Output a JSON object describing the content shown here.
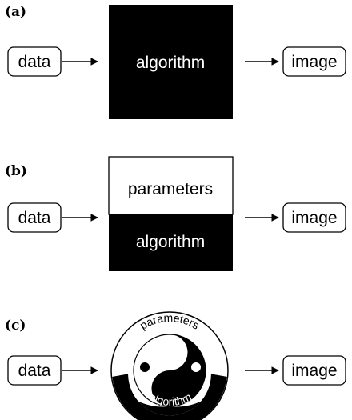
{
  "panels": {
    "a": {
      "label": "(a)",
      "input": "data",
      "process": "algorithm",
      "output": "image"
    },
    "b": {
      "label": "(b)",
      "input": "data",
      "top": "parameters",
      "bottom": "algorithm",
      "output": "image"
    },
    "c": {
      "label": "(c)",
      "input": "data",
      "top_arc": "parameters",
      "bottom_arc": "algorithm",
      "output": "image"
    }
  },
  "colors": {
    "ink": "#000000",
    "paper": "#ffffff"
  }
}
